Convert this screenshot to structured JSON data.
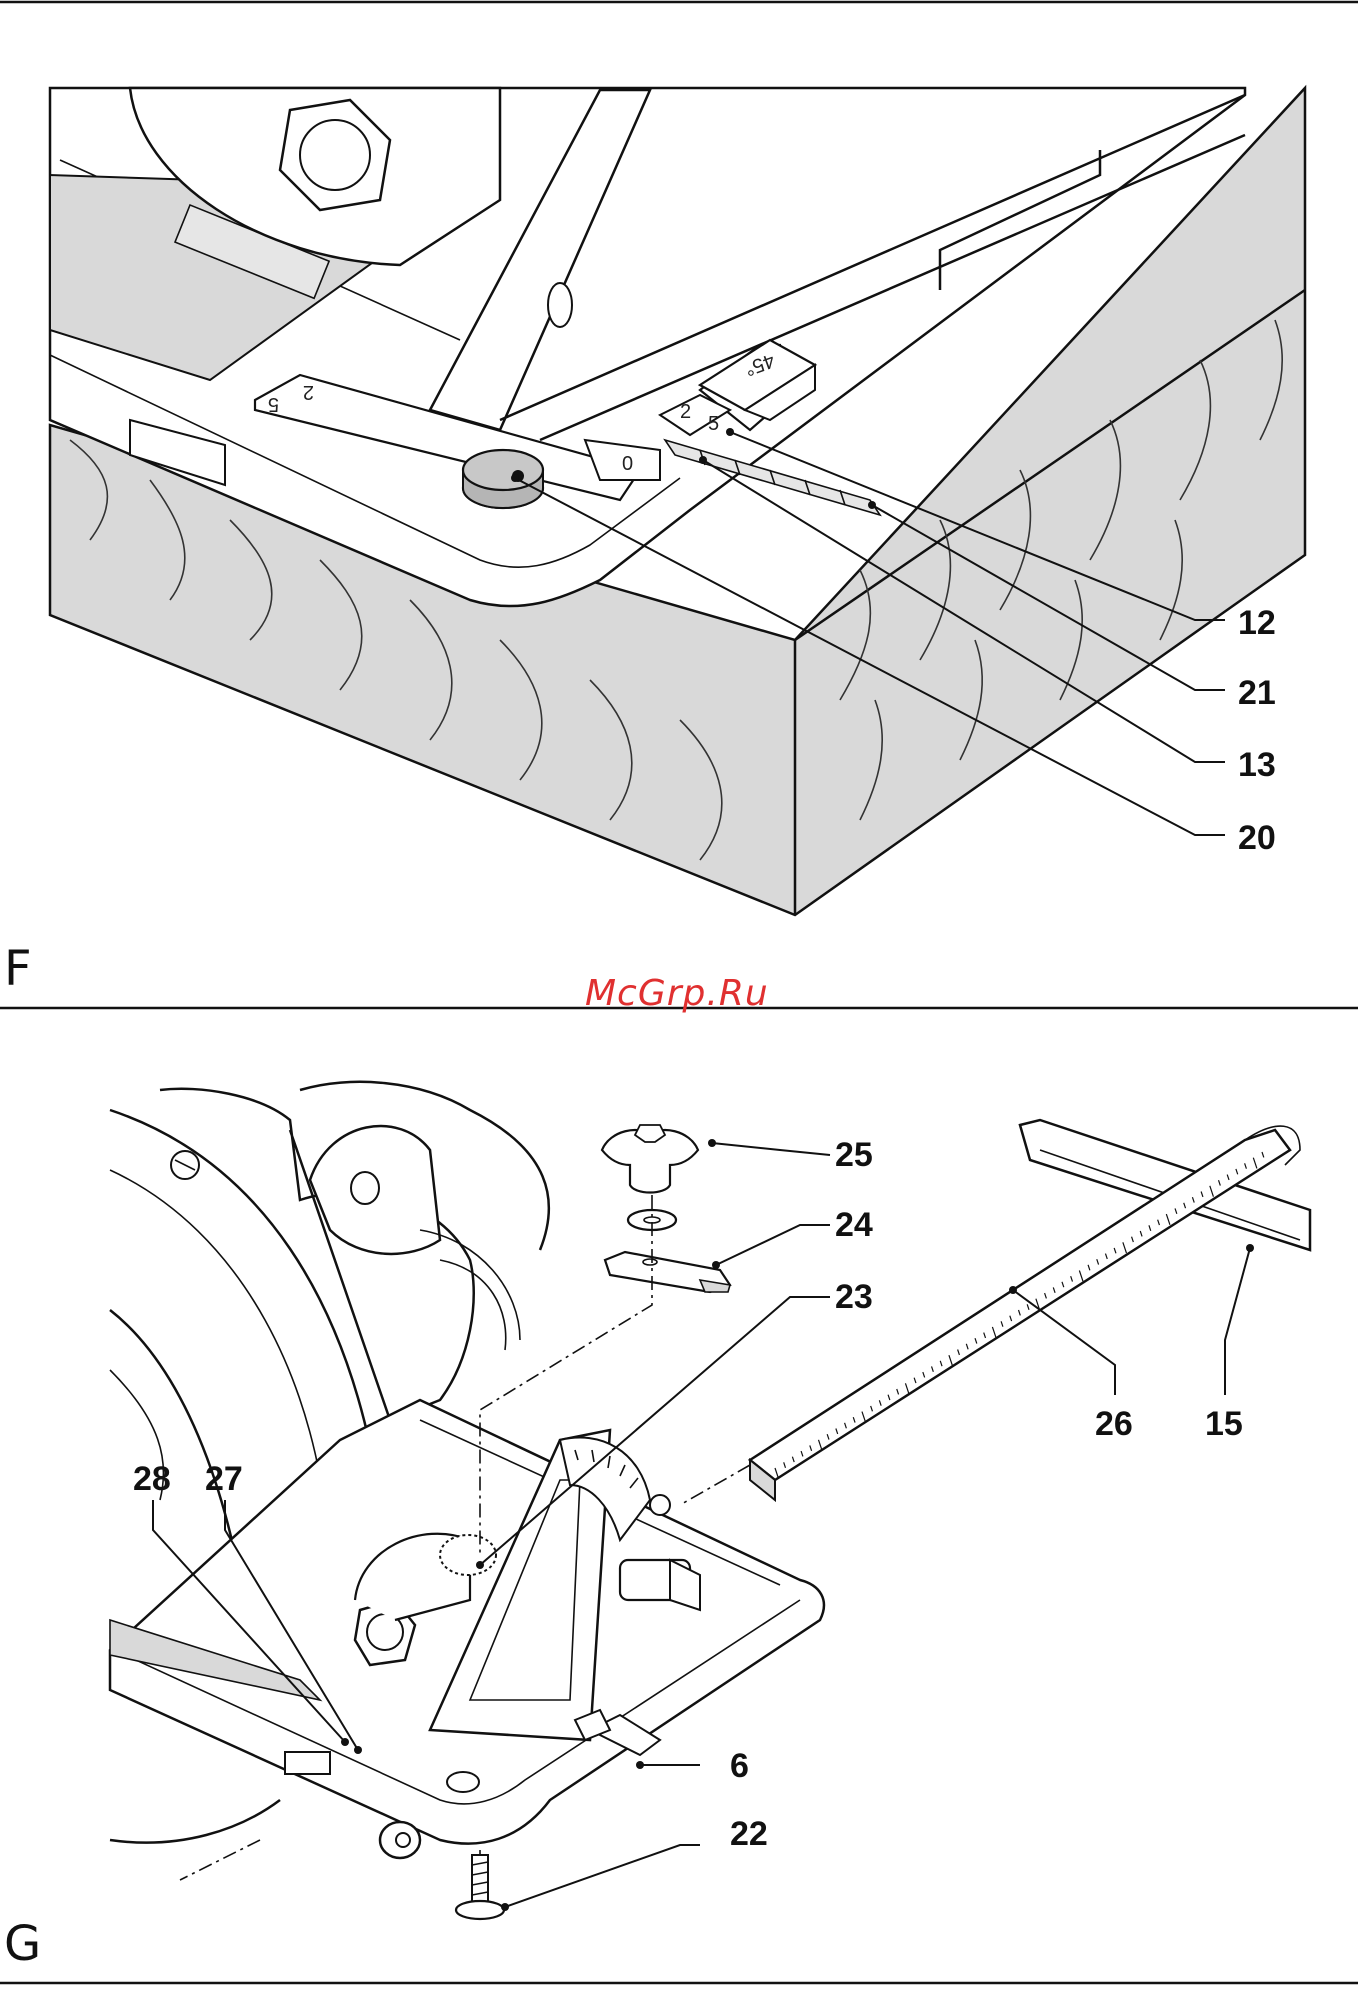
{
  "watermark": "McGrp.Ru",
  "figures": [
    {
      "letter": "F",
      "scale_marks": [
        "5",
        "2",
        "45°",
        "0",
        "5",
        "2"
      ],
      "callouts": [
        {
          "id": "12",
          "label": "12"
        },
        {
          "id": "21",
          "label": "21"
        },
        {
          "id": "13",
          "label": "13"
        },
        {
          "id": "20",
          "label": "20"
        }
      ]
    },
    {
      "letter": "G",
      "callouts": [
        {
          "id": "25",
          "label": "25"
        },
        {
          "id": "24",
          "label": "24"
        },
        {
          "id": "23",
          "label": "23"
        },
        {
          "id": "26",
          "label": "26"
        },
        {
          "id": "15",
          "label": "15"
        },
        {
          "id": "28",
          "label": "28"
        },
        {
          "id": "27",
          "label": "27"
        },
        {
          "id": "6",
          "label": "6"
        },
        {
          "id": "22",
          "label": "22"
        }
      ]
    }
  ],
  "colors": {
    "line": "#111111",
    "wood_fill": "#d9d9d9",
    "watermark": "#e03030"
  }
}
